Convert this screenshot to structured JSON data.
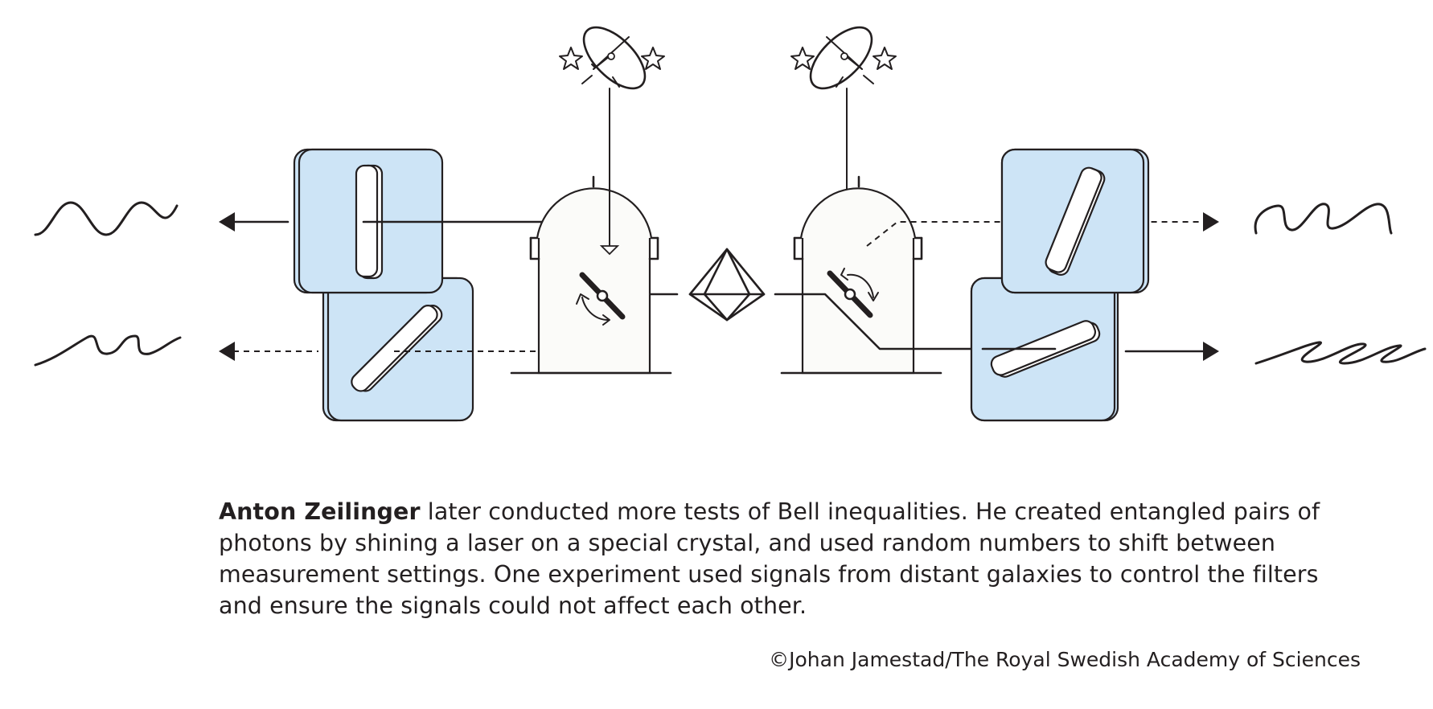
{
  "caption": {
    "bold": "Anton Zeilinger",
    "text": " later conducted more tests of Bell inequalities. He created entangled pairs of photons by shining a laser on a special crystal, and used random numbers to shift between measurement settings. One experiment used signals from distant galaxies to control the filters and ensure the signals could not affect each other."
  },
  "credit": "©Johan Jamestad/The Royal Swedish Academy of Sciences",
  "colors": {
    "filter_fill": "#cde4f6",
    "ink": "#231f20",
    "background": "#ffffff"
  },
  "icons": [
    "satellite-dish-icon",
    "star-icon",
    "crystal-icon",
    "polarizer-icon",
    "wave-icon",
    "arrow-icon"
  ]
}
